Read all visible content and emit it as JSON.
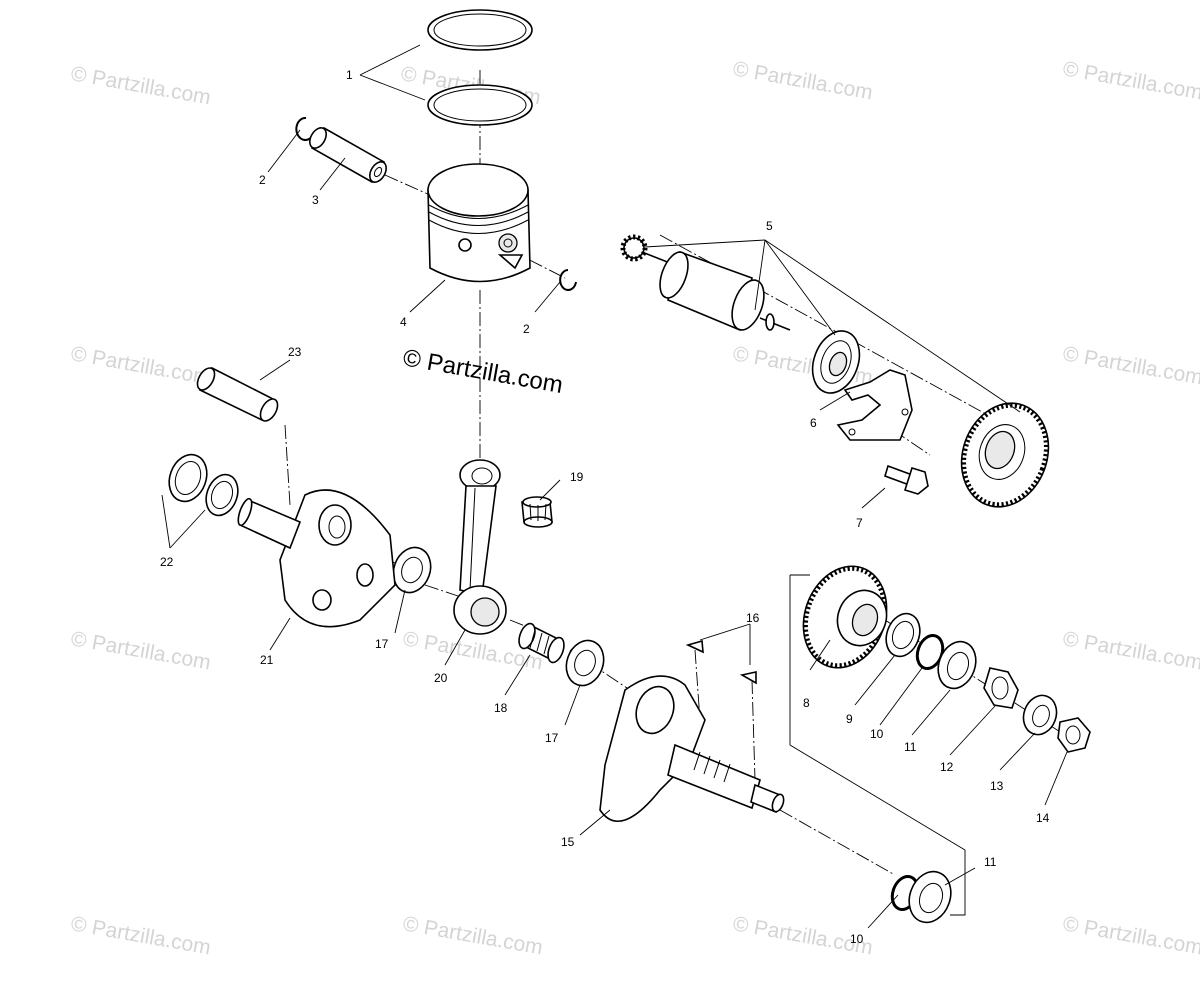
{
  "watermark": {
    "text": "© Partzilla.com",
    "center_text": "© Partzilla.com",
    "color": "#d4d4d4"
  },
  "callouts": {
    "c1": "1",
    "c2a": "2",
    "c2b": "2",
    "c3": "3",
    "c4": "4",
    "c5": "5",
    "c6": "6",
    "c7": "7",
    "c8": "8",
    "c9": "9",
    "c10a": "10",
    "c10b": "10",
    "c11a": "11",
    "c11b": "11",
    "c12": "12",
    "c13": "13",
    "c14": "14",
    "c15": "15",
    "c16": "16",
    "c17a": "17",
    "c17b": "17",
    "c18": "18",
    "c19": "19",
    "c20": "20",
    "c21": "21",
    "c22": "22",
    "c23": "23"
  },
  "icons": [
    "piston-ring",
    "circlip",
    "piston-pin",
    "piston",
    "starter-motor",
    "bearing",
    "gear",
    "crankshaft",
    "connecting-rod",
    "needle-bearing",
    "washer",
    "nut",
    "woodruff-key",
    "bolt",
    "pin"
  ]
}
